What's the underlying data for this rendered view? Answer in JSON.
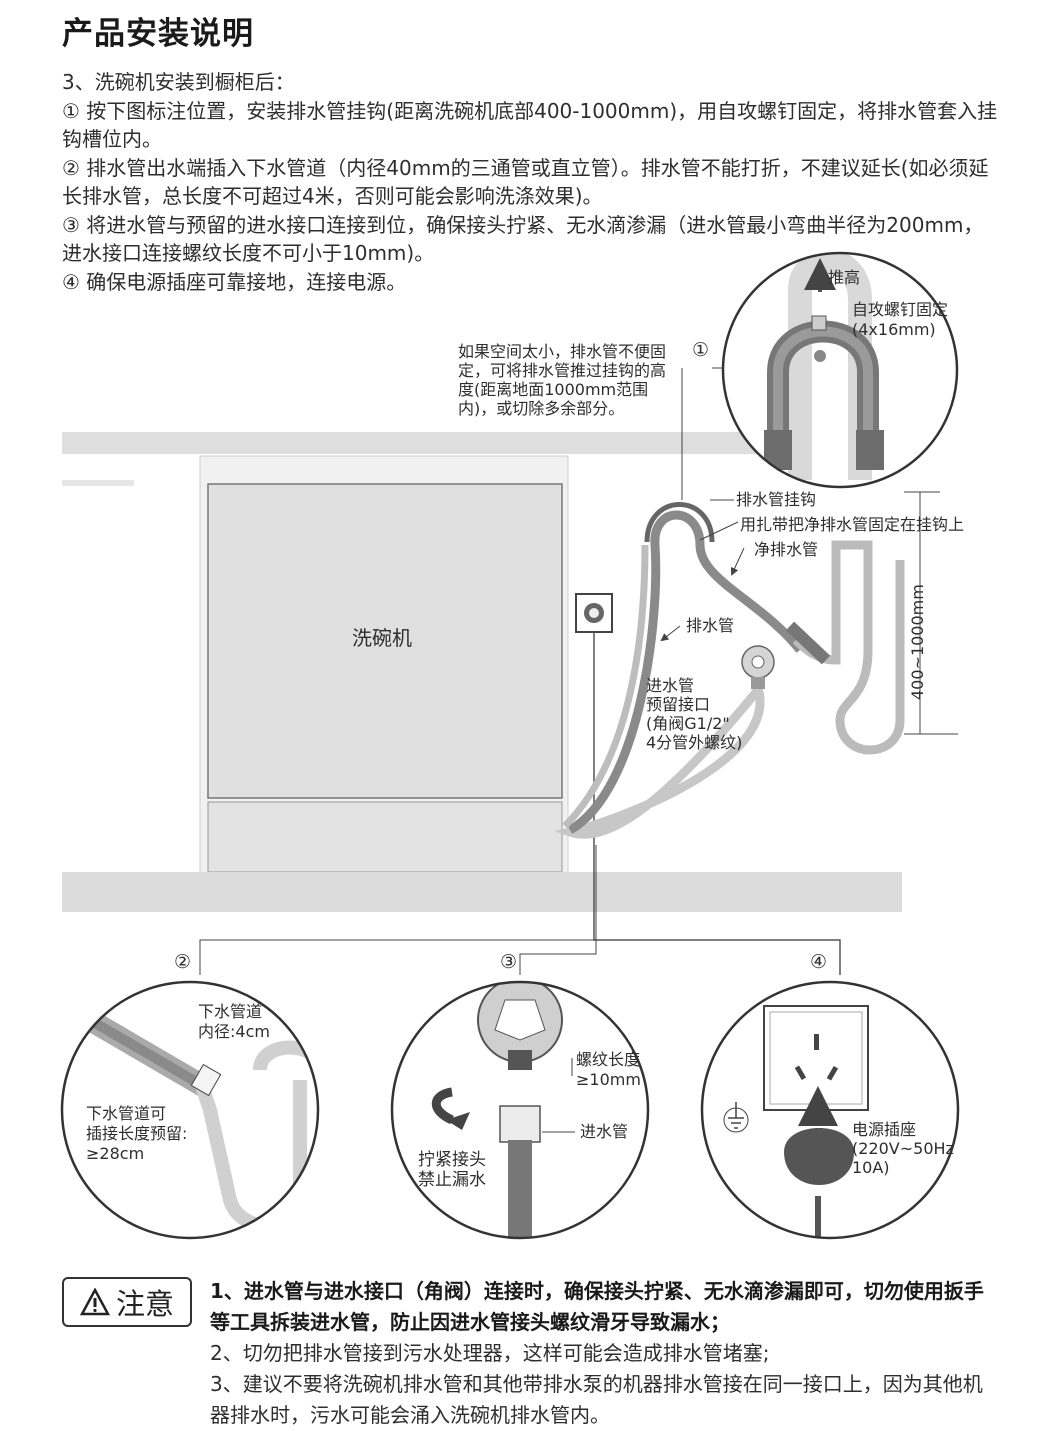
{
  "title": "产品安装说明",
  "steps": {
    "heading": "3、洗碗机安装到橱柜后：",
    "items": [
      "① 按下图标注位置，安装排水管挂钩(距离洗碗机底部400-1000mm)，用自攻螺钉固定，将排水管套入挂钩槽位内。",
      "② 排水管出水端插入下水管道（内径40mm的三通管或直立管）。排水管不能打折，不建议延长(如必须延长排水管，总长度不可超过4米，否则可能会影响洗涤效果)。",
      "③ 将进水管与预留的进水接口连接到位，确保接头拧紧、无水滴渗漏（进水管最小弯曲半径为200mm，进水接口连接螺纹长度不可小于10mm)。",
      "④ 确保电源插座可靠接地，连接电源。"
    ]
  },
  "diagram": {
    "space_note": "如果空间太小，排水管不便固定，可将排水管推过挂钩的高度(距离地面1000mm范围内)，或切除多余部分。",
    "num1": "①",
    "num2": "②",
    "num3": "③",
    "num4": "④",
    "push_up": "推高",
    "screw": "自攻螺钉固定(4x16mm)",
    "dishwasher": "洗碗机",
    "drain_hook": "排水管挂钩",
    "tie_note": "用扎带把净排水管固定在挂钩上",
    "clean_drain": "净排水管",
    "drain_pipe": "排水管",
    "inlet_port": "进水管\n预留接口\n(角阀G1/2\"\n4分管外螺纹)",
    "height_range": "400~1000mm",
    "sewer": "下水管道\n内径:4cm",
    "insert_len": "下水管道可\n插接长度预留:\n≥28cm",
    "thread_len": "螺纹长度\n≥10mm",
    "inlet_pipe": "进水管",
    "tighten": "拧紧接头\n禁止漏水",
    "socket": "电源插座\n(220V~50Hz\n10A)"
  },
  "notice": {
    "label": "注意",
    "items": [
      {
        "text": "1、进水管与进水接口（角阀）连接时，确保接头拧紧、无水滴渗漏即可，切勿使用扳手等工具拆装进水管，防止因进水管接头螺纹滑牙导致漏水；",
        "bold": true
      },
      {
        "text": "2、切勿把排水管接到污水处理器，这样可能会造成排水管堵塞;",
        "bold": false
      },
      {
        "text": "3、建议不要将洗碗机排水管和其他带排水泵的机器排水管接在同一接口上，因为其他机器排水时，污水可能会涌入洗碗机排水管内。",
        "bold": false
      }
    ]
  },
  "colors": {
    "cabinet": "#e3e3e3",
    "line": "#444444",
    "drain": "#8c8c8c",
    "inlet": "#c8c8c8",
    "dark": "#555555"
  }
}
